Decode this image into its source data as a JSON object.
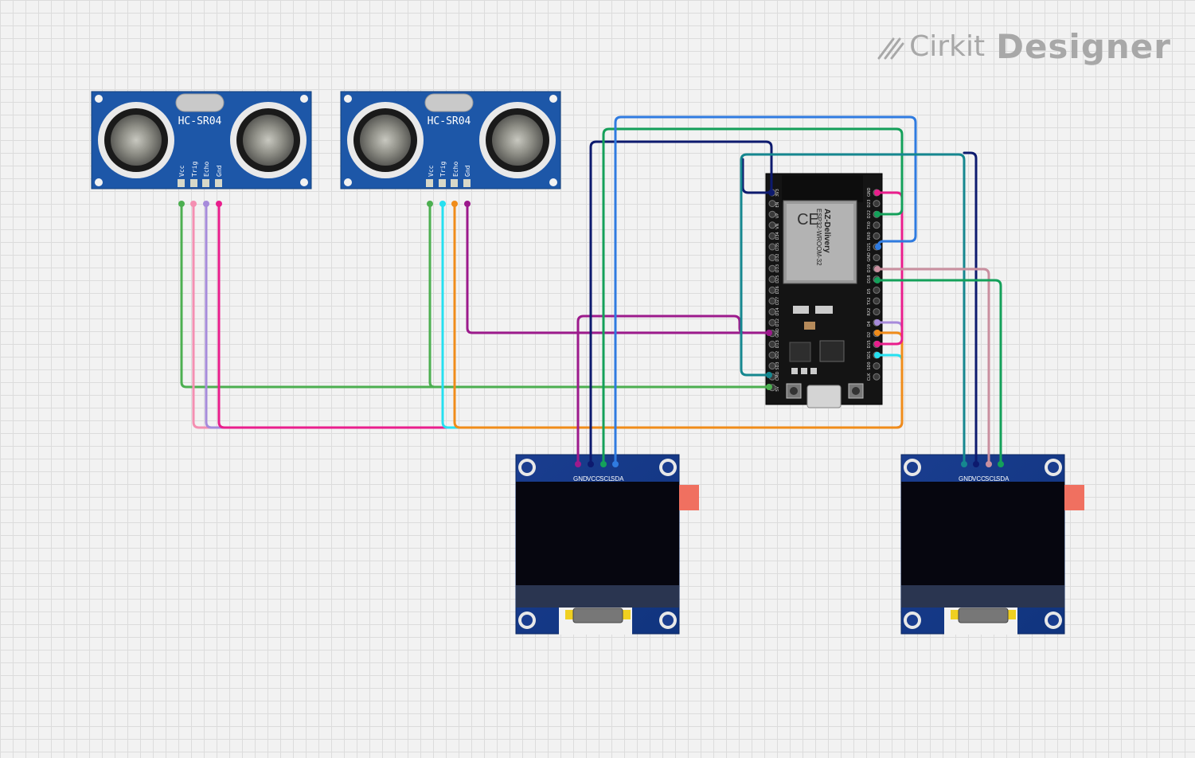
{
  "brand": {
    "name": "Cirkit",
    "product": "Designer"
  },
  "components": {
    "sensor_1": {
      "model": "HC-SR04",
      "pins": [
        "Vcc",
        "Trig",
        "Echo",
        "Gnd"
      ]
    },
    "sensor_2": {
      "model": "HC-SR04",
      "pins": [
        "Vcc",
        "Trig",
        "Echo",
        "Gnd"
      ]
    },
    "mcu": {
      "maker": "AZ-Delivery",
      "module": "ESP32-WROOM-32",
      "left_pins": [
        "3V3",
        "EN",
        "VP",
        "VN",
        "D34",
        "D35",
        "D32",
        "D33",
        "D25",
        "D26",
        "D27",
        "D14",
        "D12",
        "GND",
        "D13",
        "SD2",
        "SD3",
        "CMD",
        "5V"
      ],
      "right_pins": [
        "GND",
        "D23",
        "D22",
        "TX0",
        "RX0",
        "D21",
        "GND",
        "D19",
        "D18",
        "D5",
        "TX2",
        "RX2",
        "D4",
        "D2",
        "D15",
        "SD1",
        "SD0",
        "CLK"
      ]
    },
    "display_1": {
      "pins": [
        "GND",
        "VCC",
        "SCL",
        "SDA"
      ]
    },
    "display_2": {
      "pins": [
        "GND",
        "VCC",
        "SCL",
        "SDA"
      ]
    }
  },
  "wire_colors": {
    "green": "#4caf50",
    "pink": "#f48fb1",
    "lavender": "#a78bdb",
    "magenta": "#e91e8c",
    "cyan": "#26e0f0",
    "orange": "#f08c1a",
    "purple": "#9c1a8c",
    "navy": "#0d1a6e",
    "blue": "#2f7be0",
    "emerald": "#14a05a",
    "teal": "#15878f",
    "rose": "#c98f9f"
  }
}
